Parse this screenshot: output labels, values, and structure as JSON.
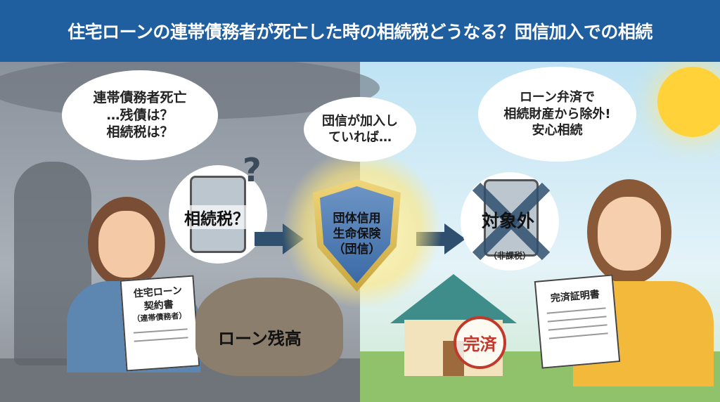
{
  "title": "住宅ローンの連帯債務者が死亡した時の相続税どうなる？団信加入での相続",
  "left_bubble": {
    "line1": "連帯債務者死亡",
    "line2": "…残債は？",
    "line3": "相続税は？"
  },
  "question_mark": "?",
  "calc_bubble": "相続税？",
  "center_bubble": {
    "line1": "団信が加入し",
    "line2": "ていれば…"
  },
  "shield": {
    "line1": "団体信用",
    "line2": "生命保険",
    "line3": "（団信）"
  },
  "right_calc": {
    "label": "対象外",
    "sub": "（非課税）"
  },
  "right_bubble": {
    "line1": "ローン弁済で",
    "line2": "相続財産から除外!",
    "line3": "安心相続"
  },
  "left_document": {
    "line1": "住宅ローン",
    "line2": "契約書",
    "line3": "（連帯債務者）"
  },
  "bag_label": "ローン残高",
  "stamp": "完済",
  "right_document": "完済証明書",
  "colors": {
    "title_bg": "#1f5f9f",
    "arrow": "#2f4f6f",
    "stamp": "#c0392b"
  }
}
